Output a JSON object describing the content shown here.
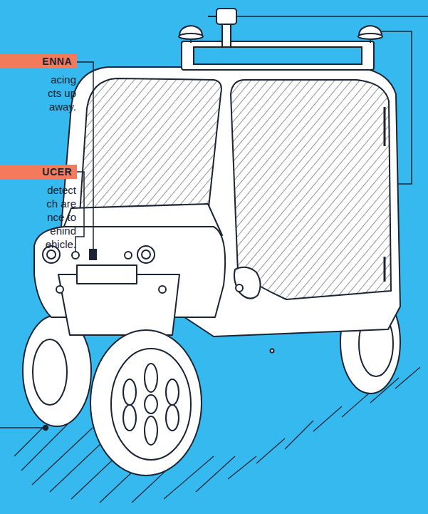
{
  "diagram": {
    "nodes": [
      {
        "text": [
          "ENNA",
          "acing cts up away."
        ]
      },
      {
        "text": [
          "UCER",
          "detect ch are nce to ehind ehicle."
        ]
      }
    ]
  }
}
